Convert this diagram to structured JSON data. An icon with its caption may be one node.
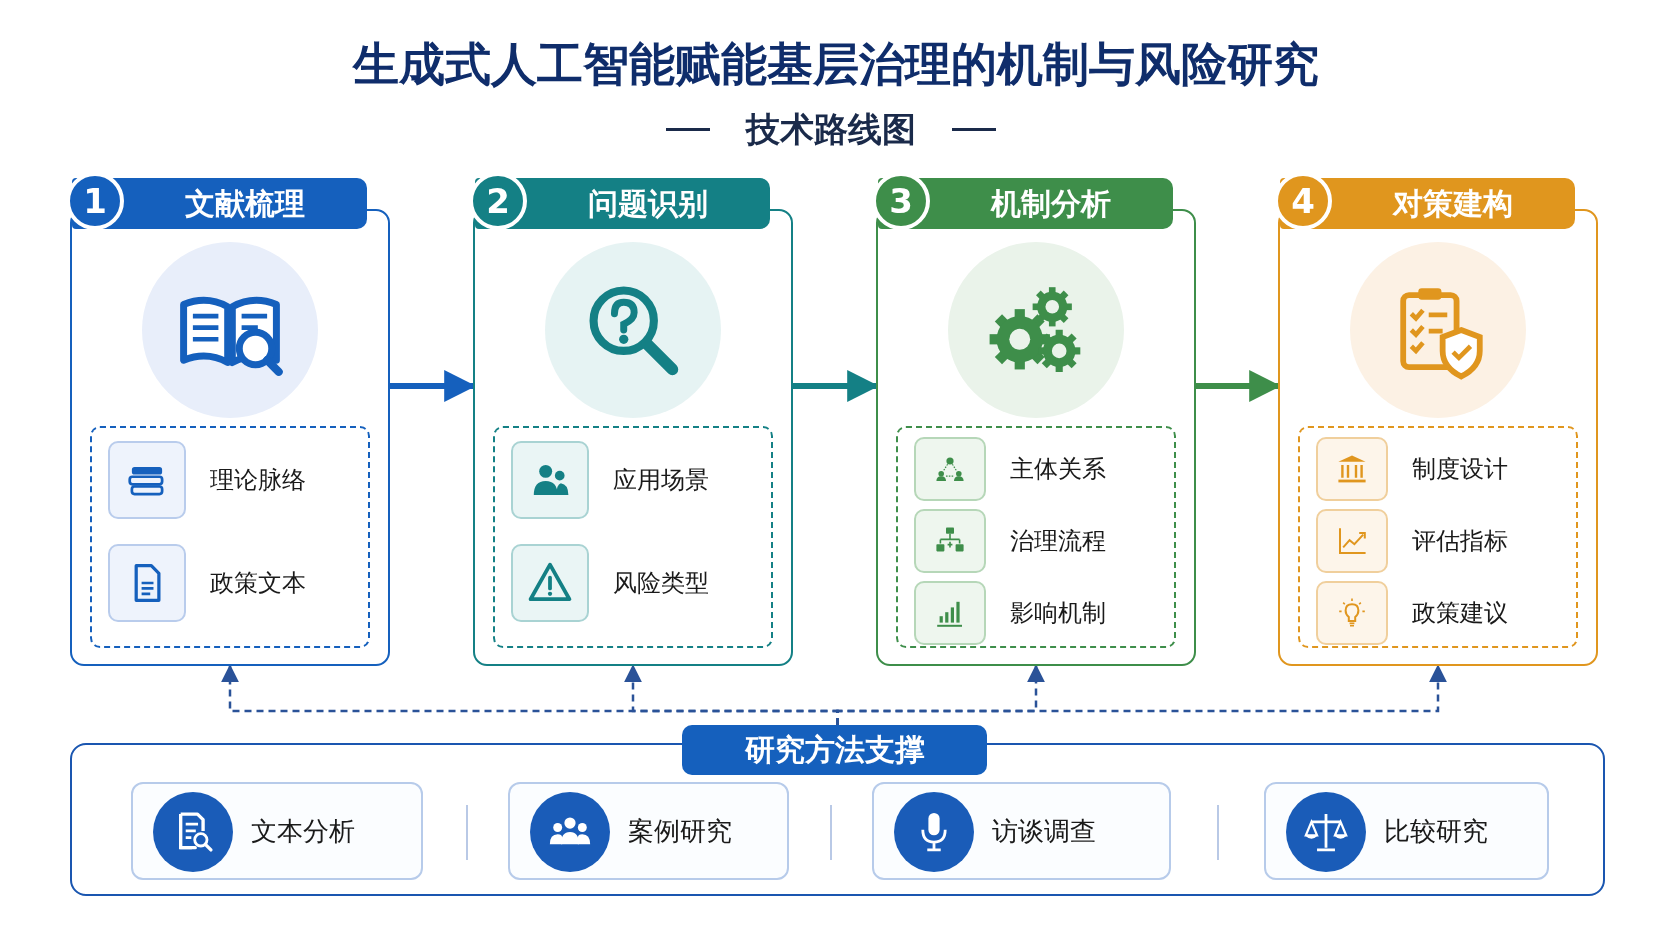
{
  "diagram": {
    "title": "生成式人工智能赋能基层治理的机制与风险研究",
    "nodes": [
      {
        "text": [
          "1",
          "文献梳理"
        ]
      },
      {
        "text": [
          "理论脉络"
        ],
        "in": 0
      },
      {
        "text": [
          "政策文本"
        ],
        "in": 0
      },
      {
        "text": [
          "2",
          "问题识别"
        ]
      },
      {
        "text": [
          "应用场景"
        ],
        "in": 3
      },
      {
        "text": [
          "风险类型"
        ],
        "in": 3
      },
      {
        "text": [
          "3",
          "机制分析"
        ]
      },
      {
        "text": [
          "主体关系"
        ],
        "in": 6
      },
      {
        "text": [
          "治理流程"
        ],
        "in": 6
      },
      {
        "text": [
          "影响机制"
        ],
        "in": 6
      },
      {
        "text": [
          "4",
          "对策建构"
        ]
      },
      {
        "text": [
          "制度设计"
        ],
        "in": 10
      },
      {
        "text": [
          "评估指标"
        ],
        "in": 10
      },
      {
        "text": [
          "政策建议"
        ],
        "in": 10
      },
      {
        "text": [
          "研究方法支撑"
        ]
      },
      {
        "text": [
          "文本分析"
        ],
        "in": 14
      },
      {
        "text": [
          "案例研究"
        ],
        "in": 14
      },
      {
        "text": [
          "访谈调查"
        ],
        "in": 14
      },
      {
        "text": [
          "比较研究"
        ],
        "in": 14
      }
    ],
    "edges": [
      {
        "from": 0,
        "to": 3,
        "arrow": "to",
        "style": "thick",
        "color": "#1560bd"
      },
      {
        "from": 3,
        "to": 6,
        "arrow": "to",
        "style": "thick",
        "color": "#148085"
      },
      {
        "from": 6,
        "to": 10,
        "arrow": "to",
        "style": "thick",
        "color": "#3e8e4a"
      },
      {
        "from": 14,
        "to": 0,
        "arrow": "to",
        "style": "dashed",
        "color": "#2a5298"
      },
      {
        "from": 14,
        "to": 3,
        "arrow": "to",
        "style": "dashed",
        "color": "#2a5298"
      },
      {
        "from": 14,
        "to": 6,
        "arrow": "to",
        "style": "dashed",
        "color": "#2a5298"
      },
      {
        "from": 14,
        "to": 10,
        "arrow": "to",
        "style": "dashed",
        "color": "#2a5298"
      }
    ],
    "labels": [
      "技术路线图"
    ]
  }
}
